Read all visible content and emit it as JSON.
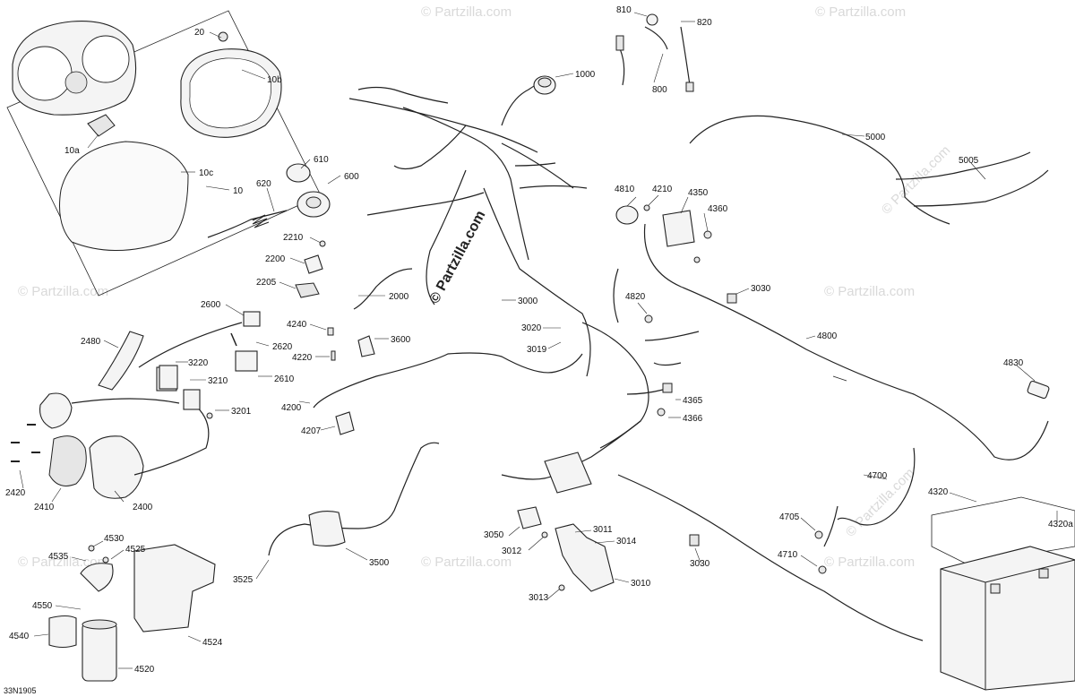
{
  "watermark": {
    "text": "© Partzilla.com",
    "center_text": "© Partzilla.com"
  },
  "diagram_code": "33N1905",
  "callouts": [
    {
      "id": "c20",
      "text": "20"
    },
    {
      "id": "c10b",
      "text": "10b"
    },
    {
      "id": "c10a",
      "text": "10a"
    },
    {
      "id": "c10c",
      "text": "10c"
    },
    {
      "id": "c10",
      "text": "10"
    },
    {
      "id": "c610",
      "text": "610"
    },
    {
      "id": "c600",
      "text": "600"
    },
    {
      "id": "c620",
      "text": "620"
    },
    {
      "id": "c2210",
      "text": "2210"
    },
    {
      "id": "c2200",
      "text": "2200"
    },
    {
      "id": "c2205",
      "text": "2205"
    },
    {
      "id": "c2000",
      "text": "2000"
    },
    {
      "id": "c2600",
      "text": "2600"
    },
    {
      "id": "c2480",
      "text": "2480"
    },
    {
      "id": "c2620",
      "text": "2620"
    },
    {
      "id": "c4240",
      "text": "4240"
    },
    {
      "id": "c4220",
      "text": "4220"
    },
    {
      "id": "c3600",
      "text": "3600"
    },
    {
      "id": "c3220",
      "text": "3220"
    },
    {
      "id": "c2610",
      "text": "2610"
    },
    {
      "id": "c3210",
      "text": "3210"
    },
    {
      "id": "c3201",
      "text": "3201"
    },
    {
      "id": "c4200",
      "text": "4200"
    },
    {
      "id": "c4207",
      "text": "4207"
    },
    {
      "id": "c2420",
      "text": "2420"
    },
    {
      "id": "c2410",
      "text": "2410"
    },
    {
      "id": "c2400",
      "text": "2400"
    },
    {
      "id": "c4530",
      "text": "4530"
    },
    {
      "id": "c4525",
      "text": "4525"
    },
    {
      "id": "c4535",
      "text": "4535"
    },
    {
      "id": "c4550",
      "text": "4550"
    },
    {
      "id": "c4540",
      "text": "4540"
    },
    {
      "id": "c4520",
      "text": "4520"
    },
    {
      "id": "c4524",
      "text": "4524"
    },
    {
      "id": "c3525",
      "text": "3525"
    },
    {
      "id": "c3500",
      "text": "3500"
    },
    {
      "id": "c810",
      "text": "810"
    },
    {
      "id": "c820",
      "text": "820"
    },
    {
      "id": "c800",
      "text": "800"
    },
    {
      "id": "c1000",
      "text": "1000"
    },
    {
      "id": "c3000",
      "text": "3000"
    },
    {
      "id": "c3020",
      "text": "3020"
    },
    {
      "id": "c3019",
      "text": "3019"
    },
    {
      "id": "c4810",
      "text": "4810"
    },
    {
      "id": "c4210",
      "text": "4210"
    },
    {
      "id": "c4350",
      "text": "4350"
    },
    {
      "id": "c4360",
      "text": "4360"
    },
    {
      "id": "c3030a",
      "text": "3030"
    },
    {
      "id": "c4820",
      "text": "4820"
    },
    {
      "id": "c4800",
      "text": "4800"
    },
    {
      "id": "c4365",
      "text": "4365"
    },
    {
      "id": "c4366",
      "text": "4366"
    },
    {
      "id": "c5000",
      "text": "5000"
    },
    {
      "id": "c5005",
      "text": "5005"
    },
    {
      "id": "c4830",
      "text": "4830"
    },
    {
      "id": "c4700",
      "text": "4700"
    },
    {
      "id": "c4320",
      "text": "4320"
    },
    {
      "id": "c4320a",
      "text": "4320a"
    },
    {
      "id": "c4705",
      "text": "4705"
    },
    {
      "id": "c4710",
      "text": "4710"
    },
    {
      "id": "c3050",
      "text": "3050"
    },
    {
      "id": "c3011",
      "text": "3011"
    },
    {
      "id": "c3012",
      "text": "3012"
    },
    {
      "id": "c3014",
      "text": "3014"
    },
    {
      "id": "c3030b",
      "text": "3030"
    },
    {
      "id": "c3013",
      "text": "3013"
    },
    {
      "id": "c3010",
      "text": "3010"
    }
  ]
}
